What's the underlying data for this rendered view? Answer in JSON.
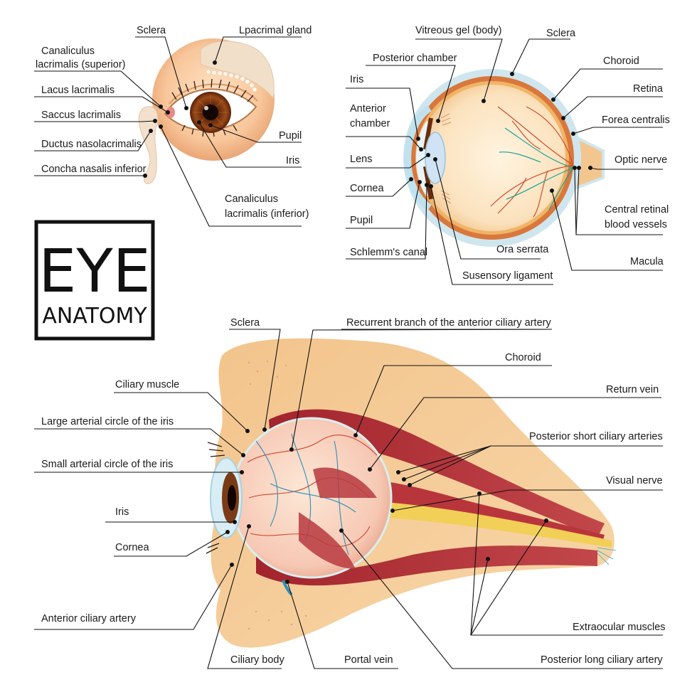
{
  "title": {
    "main": "EYE",
    "sub": "ANATOMY"
  },
  "panel_front": {
    "labels": {
      "sclera": "Sclera",
      "lacrimal_gland": "Lpacrimal gland",
      "canaliculus_sup_1": "Canaliculus",
      "canaliculus_sup_2": "lacrimalis (superior)",
      "lacus": "Lacus lacrimalis",
      "saccus": "Saccus lacrimalis",
      "ductus": "Ductus nasolacrimalis",
      "concha": "Concha nasalis inferior",
      "pupil": "Pupil",
      "iris": "Iris",
      "canaliculus_inf_1": "Canaliculus",
      "canaliculus_inf_2": "lacrimalis (inferior)"
    }
  },
  "panel_section": {
    "labels": {
      "vitreous": "Vitreous gel (body)",
      "sclera": "Sclera",
      "posterior_chamber": "Posterior chamber",
      "choroid": "Choroid",
      "iris": "Iris",
      "retina": "Retina",
      "anterior_1": "Anterior",
      "anterior_2": "chamber",
      "fovea": "Forea centralis",
      "lens": "Lens",
      "optic_nerve": "Optic nerve",
      "cornea": "Cornea",
      "central_1": "Central retinal",
      "central_2": "blood vessels",
      "pupil": "Pupil",
      "ora": "Ora serrata",
      "schlemm": "Schlemm's canal",
      "macula": "Macula",
      "suspensory": "Susensory ligament"
    }
  },
  "panel_side": {
    "labels": {
      "sclera": "Sclera",
      "recurrent": "Recurrent branch of the anterior ciliary artery",
      "choroid": "Choroid",
      "ciliary_muscle": "Ciliary muscle",
      "return_vein": "Return vein",
      "large_circle": "Large arterial circle of the iris",
      "posterior_short": "Posterior short ciliary arteries",
      "small_circle": "Small arterial circle of the iris",
      "visual_nerve": "Visual nerve",
      "iris": "Iris",
      "cornea": "Cornea",
      "anterior_ciliary": "Anterior ciliary artery",
      "extraocular": "Extraocular muscles",
      "ciliary_body": "Ciliary body",
      "portal_vein": "Portal vein",
      "posterior_long": "Posterior long ciliary artery"
    }
  },
  "colors": {
    "skin": "#f6c9a0",
    "skin_dark": "#e8a878",
    "sclera_blue": "#cfe6ee",
    "choroid": "#d9773d",
    "vitreous": "#fbe7c8",
    "iris_brown": "#7a3b16",
    "muscle_red": "#b8323a",
    "vessel_red": "#d2452c",
    "vessel_teal": "#1aa89a",
    "nerve_yellow": "#f2cf57",
    "line": "#111111"
  }
}
